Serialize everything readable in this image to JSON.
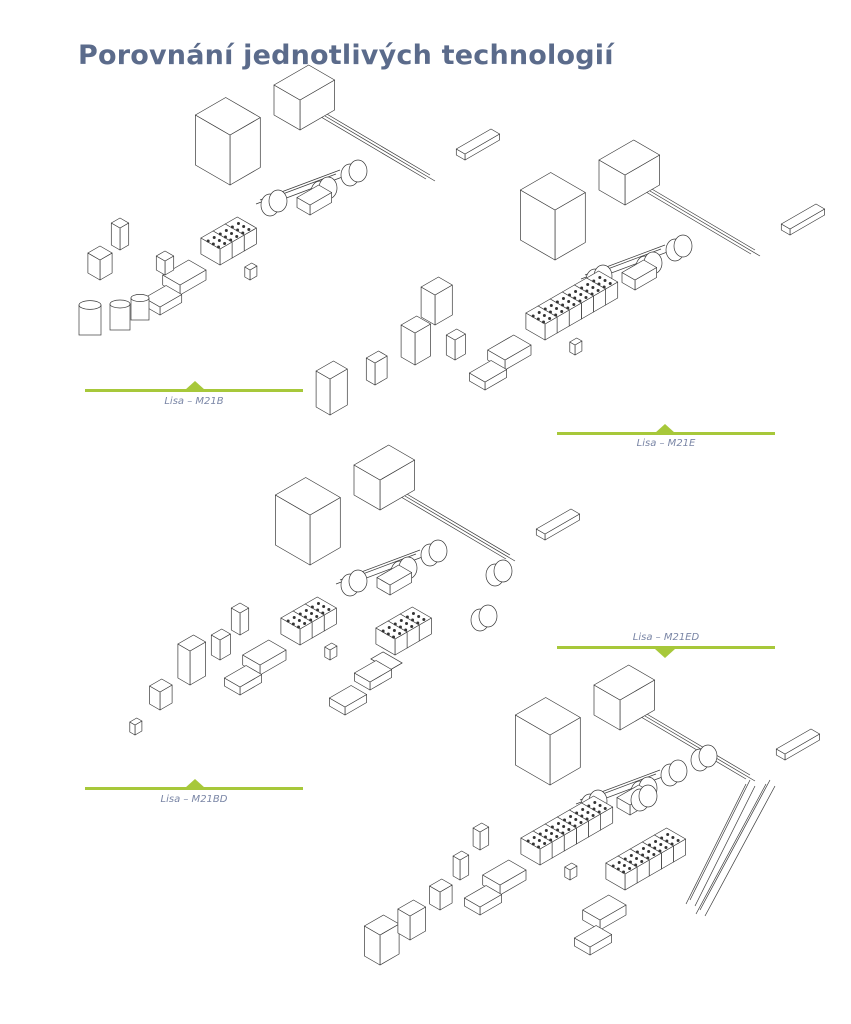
{
  "page": {
    "title": "Porovnání jednotlivých technologií"
  },
  "diagrams": [
    {
      "id": "m21b",
      "label": "Lisa – M21B"
    },
    {
      "id": "m21e",
      "label": "Lisa – M21E"
    },
    {
      "id": "m21bd",
      "label": "Lisa – M21BD"
    },
    {
      "id": "m21ed",
      "label": "Lisa – M21ED"
    }
  ],
  "colors": {
    "title": "#5b6b8b",
    "accent": "#a7c83a",
    "label": "#7a86a6",
    "stroke": "#3a3a3a"
  }
}
